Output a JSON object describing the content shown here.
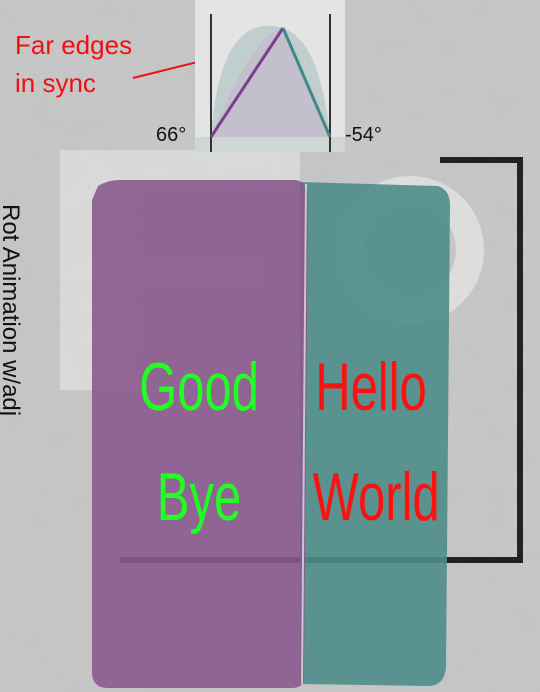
{
  "vertical_label": "Rot Animation w/adj",
  "annotation": {
    "line1": "Far edges",
    "line2": "in sync"
  },
  "inset": {
    "left_angle": "66°",
    "right_angle": "-54°"
  },
  "panels": {
    "left": {
      "line1": "Good",
      "line2": "Bye"
    },
    "right": {
      "line1": "Hello",
      "line2": "World"
    }
  },
  "colors": {
    "left_panel": "#8a5a8e",
    "right_panel": "#4e8c8a",
    "left_text": "#22ff22",
    "right_text": "#ff1111",
    "annotation": "#ee1111",
    "inset_left_line": "#7a3f8e",
    "inset_right_line": "#3e8a8a"
  }
}
